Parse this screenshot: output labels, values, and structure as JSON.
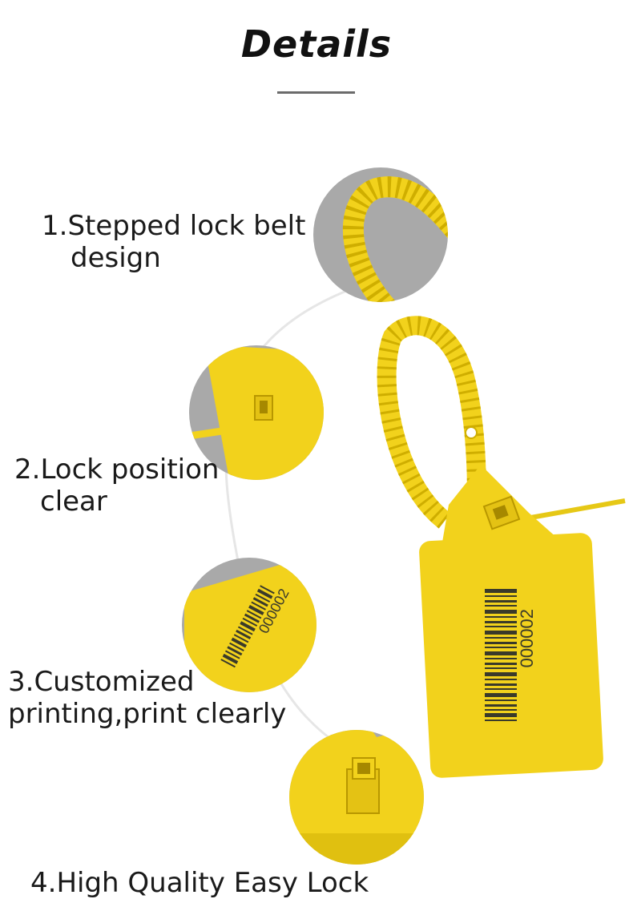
{
  "header": {
    "title": "Details"
  },
  "features": [
    {
      "line1": "1.Stepped lock belt",
      "line2": "design"
    },
    {
      "line1": "2.Lock position",
      "line2": "clear"
    },
    {
      "line1": "3.Customized",
      "line2": "printing,print clearly"
    },
    {
      "line1": "4.High Quality Easy Lock",
      "line2": ""
    }
  ],
  "product": {
    "serial_number": "000002"
  },
  "colors": {
    "seal": "#f2d21c",
    "seal_shadow": "#cfae00",
    "circle_bg": "#a9a9a9",
    "arc": "#e6e6e6"
  }
}
